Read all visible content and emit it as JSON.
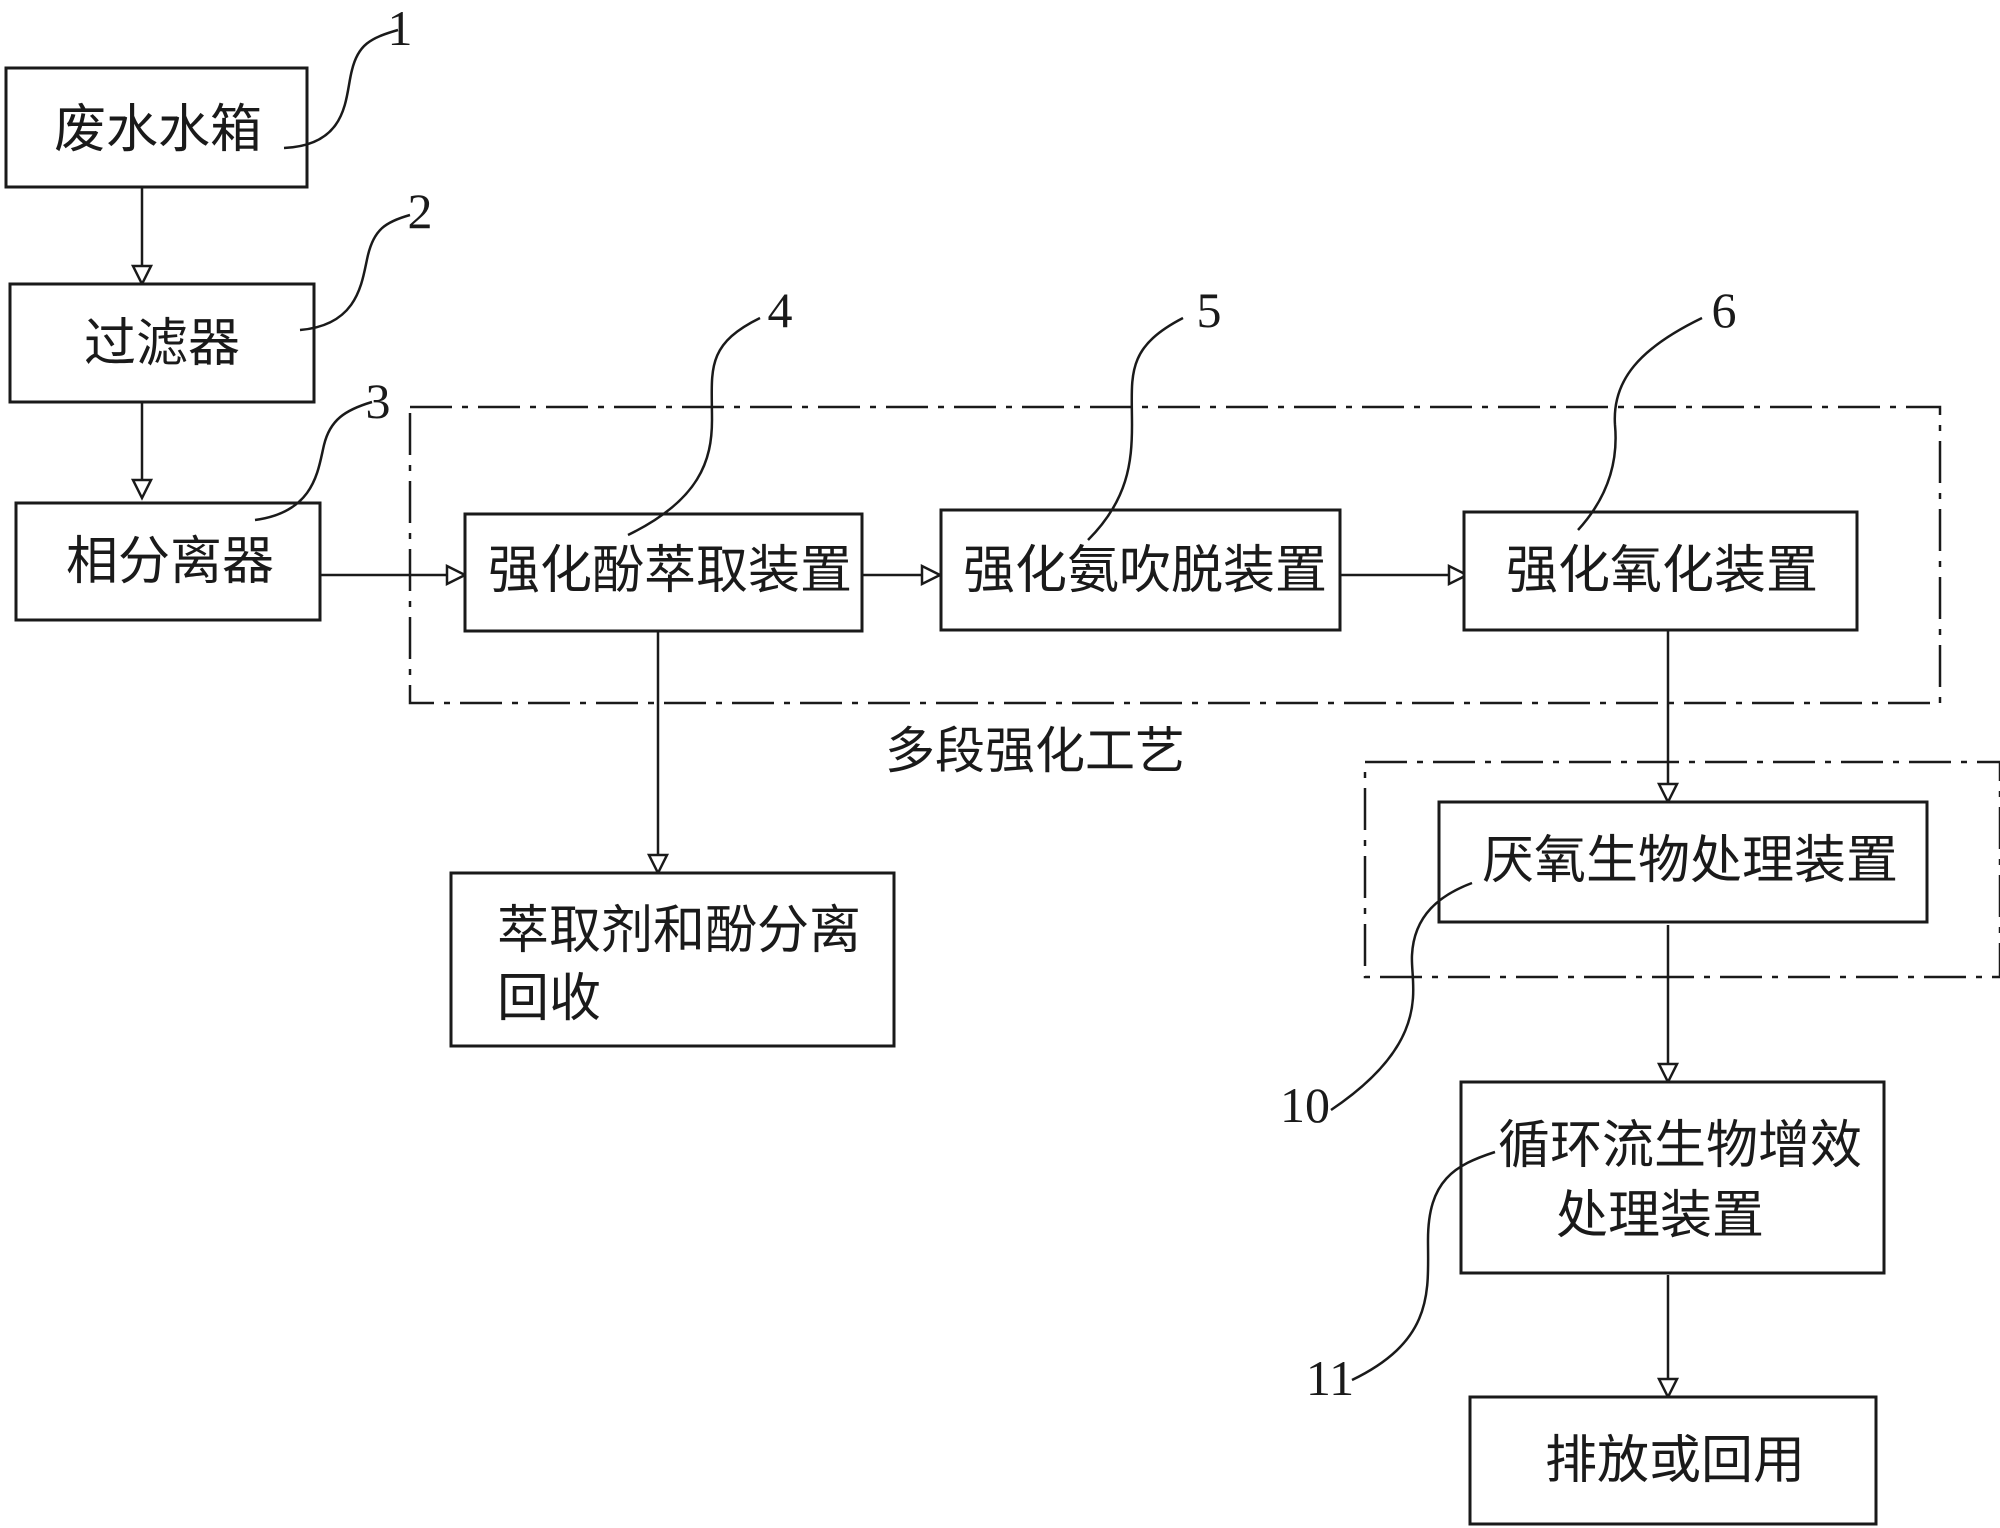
{
  "boxes": {
    "wastewater_tank": "废水水箱",
    "filter": "过滤器",
    "phase_separator": "相分离器",
    "phenol_extraction": "强化酚萃取装置",
    "ammonia_stripping": "强化氨吹脱装置",
    "oxidation": "强化氧化装置",
    "extractant_recovery": [
      "萃取剂和酚分离",
      "回收"
    ],
    "anaerobic": "厌氧生物处理装置",
    "circulating_bio": [
      "循环流生物增效",
      "处理装置"
    ],
    "discharge": "排放或回用"
  },
  "group_label": "多段强化工艺",
  "reference_numbers": {
    "wastewater_tank": "1",
    "filter": "2",
    "phase_separator": "3",
    "phenol_extraction": "4",
    "ammonia_stripping": "5",
    "oxidation": "6",
    "anaerobic": "10",
    "circulating_bio": "11"
  }
}
